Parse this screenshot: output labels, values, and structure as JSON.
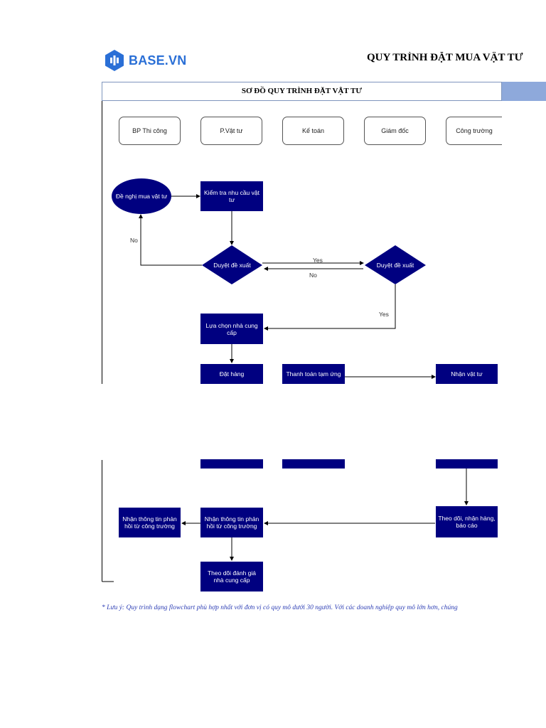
{
  "header": {
    "logo_text": "BASE.VN",
    "doc_title": "QUY TRÌNH ĐẶT MUA VẬT TƯ"
  },
  "diagram": {
    "title": "SƠ ĐỒ QUY TRÌNH ĐẶT VẬT TƯ",
    "lanes": [
      "BP Thi công",
      "P.Vật tư",
      "Kế toán",
      "Giám đốc",
      "Công trường"
    ],
    "nodes": {
      "request": "Đề nghị mua vật tư",
      "check_need": "Kiểm tra nhu cầu vật tư",
      "approve_1": "Duyệt đề xuất",
      "approve_2": "Duyệt đề xuất",
      "choose_supplier": "Lựa chọn nhà cung cấp",
      "order": "Đặt hàng",
      "advance_payment": "Thanh toán tạm ứng",
      "receive": "Nhận vật tư",
      "track_receive": "Theo dõi, nhận hàng, báo cáo",
      "feedback_1": "Nhận thông tin phản hồi từ công trường",
      "feedback_2": "Nhận thông tin phản hồi từ công trường",
      "evaluate": "Theo dõi đánh giá nhà cung cấp"
    },
    "labels": {
      "no_1": "No",
      "yes_1": "Yes",
      "no_2": "No",
      "yes_2": "Yes"
    },
    "colors": {
      "node_fill": "#000080",
      "band_accent": "#8ea9db",
      "note_color": "#2e3fb5"
    }
  },
  "note": "* Lưu ý: Quy trình dạng flowchart phù hợp nhất với đơn vị có quy mô dưới 30 người. Với các doanh nghiệp quy mô lớn hơn, chúng"
}
